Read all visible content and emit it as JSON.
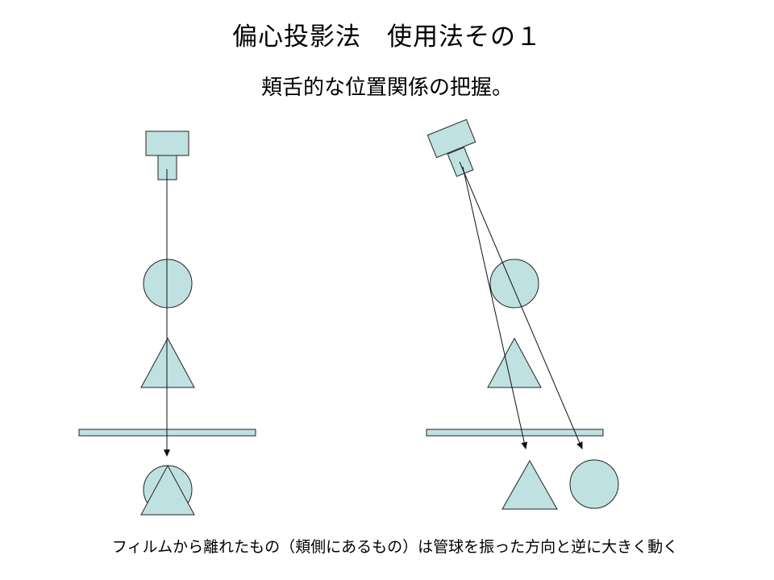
{
  "slide": {
    "title": "偏心投影法　使用法その１",
    "subtitle": "頬舌的な位置関係の把握。",
    "caption": "フィルムから離れたもの（頬側にあるもの）は管球を振った方向と逆に大きく動く"
  },
  "colors": {
    "shape_fill": "#bfe1e2",
    "outline": "#222222",
    "background": "#ffffff"
  }
}
